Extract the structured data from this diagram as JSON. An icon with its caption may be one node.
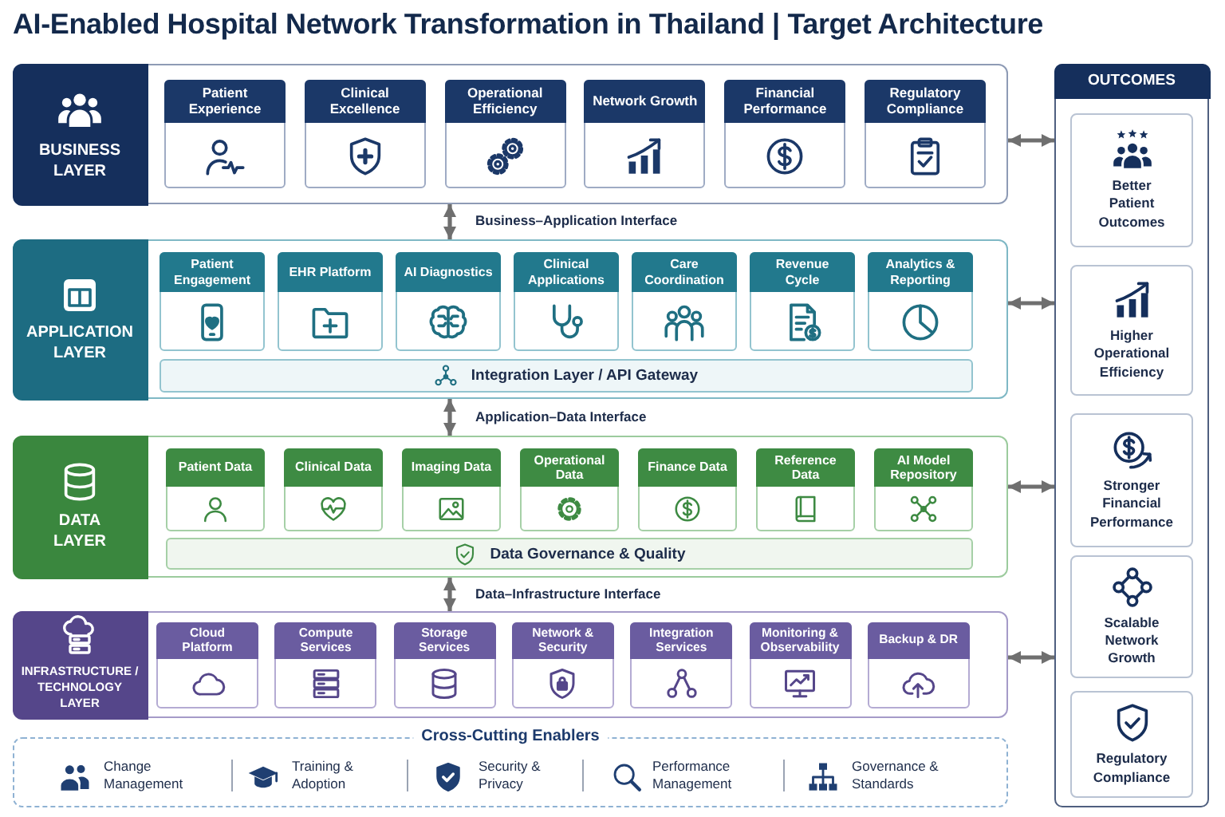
{
  "diagram": {
    "title": "AI-Enabled Hospital Network Transformation in Thailand | Target Architecture",
    "nodes": [
      {
        "text": [
          "BUSINESS LAYER"
        ]
      },
      {
        "text": [
          "Patient Experience"
        ],
        "in": 0
      },
      {
        "text": [
          "Clinical Excellence"
        ],
        "in": 0
      },
      {
        "text": [
          "Operational Efficiency"
        ],
        "in": 0
      },
      {
        "text": [
          "Network Growth"
        ],
        "in": 0
      },
      {
        "text": [
          "Financial Performance"
        ],
        "in": 0
      },
      {
        "text": [
          "Regulatory Compliance"
        ],
        "in": 0
      },
      {
        "text": [
          "APPLICATION LAYER"
        ]
      },
      {
        "text": [
          "Patient Engagement"
        ],
        "in": 7
      },
      {
        "text": [
          "EHR Platform"
        ],
        "in": 7
      },
      {
        "text": [
          "AI Diagnostics"
        ],
        "in": 7
      },
      {
        "text": [
          "Clinical Applications"
        ],
        "in": 7
      },
      {
        "text": [
          "Care Coordination"
        ],
        "in": 7
      },
      {
        "text": [
          "Revenue Cycle"
        ],
        "in": 7
      },
      {
        "text": [
          "Analytics & Reporting"
        ],
        "in": 7
      },
      {
        "text": [
          "Integration Layer / API Gateway"
        ],
        "in": 7
      },
      {
        "text": [
          "DATA LAYER"
        ]
      },
      {
        "text": [
          "Patient Data"
        ],
        "in": 16
      },
      {
        "text": [
          "Clinical Data"
        ],
        "in": 16
      },
      {
        "text": [
          "Imaging Data"
        ],
        "in": 16
      },
      {
        "text": [
          "Operational Data"
        ],
        "in": 16
      },
      {
        "text": [
          "Finance Data"
        ],
        "in": 16
      },
      {
        "text": [
          "Reference Data"
        ],
        "in": 16
      },
      {
        "text": [
          "AI Model Repository"
        ],
        "in": 16
      },
      {
        "text": [
          "Data Governance & Quality"
        ],
        "in": 16
      },
      {
        "text": [
          "INFRASTRUCTURE / TECHNOLOGY LAYER"
        ]
      },
      {
        "text": [
          "Cloud Platform"
        ],
        "in": 25
      },
      {
        "text": [
          "Compute Services"
        ],
        "in": 25
      },
      {
        "text": [
          "Storage Services"
        ],
        "in": 25
      },
      {
        "text": [
          "Network & Security"
        ],
        "in": 25
      },
      {
        "text": [
          "Integration Services"
        ],
        "in": 25
      },
      {
        "text": [
          "Monitoring & Observability"
        ],
        "in": 25
      },
      {
        "text": [
          "Backup & DR"
        ],
        "in": 25
      },
      {
        "text": [
          "Cross-Cutting Enablers",
          "Change Management",
          "Training & Adoption",
          "Security & Privacy",
          "Performance Management",
          "Governance & Standards"
        ]
      },
      {
        "text": [
          "OUTCOMES"
        ]
      },
      {
        "text": [
          "Better Patient Outcomes"
        ],
        "in": 34
      },
      {
        "text": [
          "Higher Operational Efficiency"
        ],
        "in": 34
      },
      {
        "text": [
          "Stronger Financial Performance"
        ],
        "in": 34
      },
      {
        "text": [
          "Scalable Network Growth"
        ],
        "in": 34
      },
      {
        "text": [
          "Regulatory Compliance"
        ],
        "in": 34
      }
    ],
    "edges": [
      {
        "from": 0,
        "to": 7,
        "arrow": "both",
        "label": "Business–Application Interface"
      },
      {
        "from": 7,
        "to": 16,
        "arrow": "both",
        "label": "Application–Data Interface"
      },
      {
        "from": 16,
        "to": 25,
        "arrow": "both",
        "label": "Data–Infrastructure Interface"
      },
      {
        "from": 0,
        "to": 34,
        "arrow": "both"
      },
      {
        "from": 7,
        "to": 34,
        "arrow": "both"
      },
      {
        "from": 16,
        "to": 34,
        "arrow": "both"
      },
      {
        "from": 25,
        "to": 34,
        "arrow": "both"
      }
    ]
  }
}
